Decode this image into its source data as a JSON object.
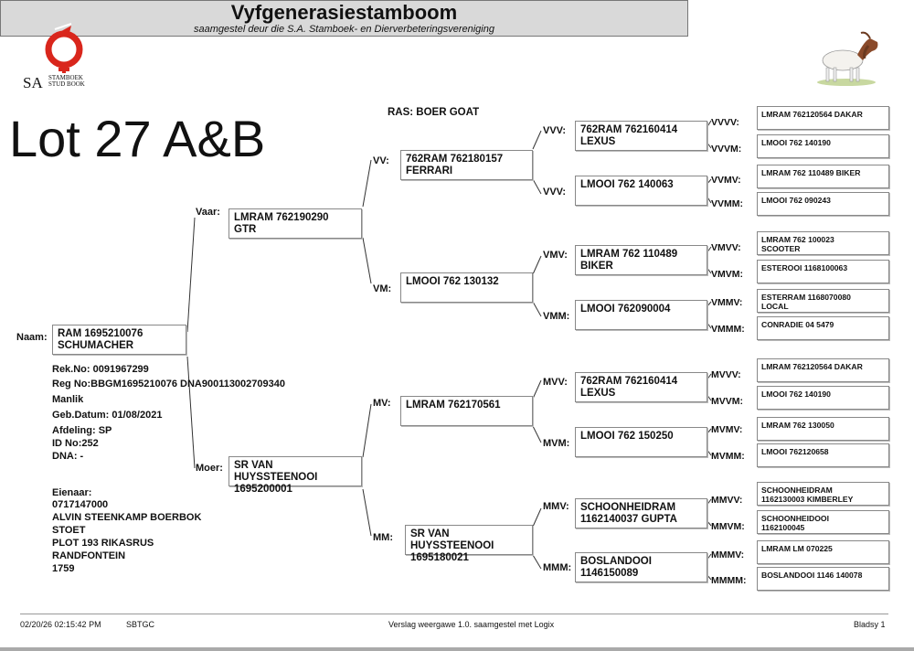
{
  "logo": {
    "letters": "SA",
    "line1": "STAMBOEK",
    "line2": "STUD BOOK",
    "color": "#d9261c"
  },
  "header": {
    "title": "Vyfgenerasiestamboom",
    "subtitle": "saamgestel deur die S.A. Stamboek- en Dierverbeteringsvereniging"
  },
  "lot_label": "Lot 27 A&B",
  "breed": "RAS: BOER GOAT",
  "animal": {
    "label": "Naam:",
    "line1": "RAM 1695210076",
    "line2": "SCHUMACHER",
    "details": [
      "Rek.No: 0091967299",
      "Reg No:BBGM1695210076 DNA900113002709340",
      "Manlik",
      "Geb.Datum: 01/08/2021",
      "Afdeling: SP",
      "ID No:252",
      "DNA: -"
    ],
    "owner": [
      "Eienaar:",
      "0717147000",
      "ALVIN STEENKAMP BOERBOK",
      "STOET",
      "PLOT 193 RIKASRUS",
      "RANDFONTEIN",
      "1759"
    ]
  },
  "parents": {
    "sire": {
      "label": "Vaar:",
      "line1": "LMRAM 762190290",
      "line2": "GTR",
      "line3": ""
    },
    "dam": {
      "label": "Moer:",
      "line1": "SR VAN",
      "line2": "HUYSSTEENOOI",
      "line3": "1695200001"
    }
  },
  "grandparents": {
    "vv": {
      "label": "VV:",
      "line1": "762RAM 762180157",
      "line2": "FERRARI",
      "line3": ""
    },
    "vm": {
      "label": "VM:",
      "line1": "LMOOI 762 130132",
      "line2": "",
      "line3": ""
    },
    "mv": {
      "label": "MV:",
      "line1": "LMRAM 762170561",
      "line2": "",
      "line3": ""
    },
    "mm": {
      "label": "MM:",
      "line1": "SR VAN",
      "line2": "HUYSSTEENOOI",
      "line3": "1695180021"
    }
  },
  "great_grandparents": {
    "vvv1": {
      "label": "VVV:",
      "line1": "762RAM 762160414",
      "line2": "LEXUS"
    },
    "vvv2": {
      "label": "VVV:",
      "line1": "LMOOI 762 140063",
      "line2": ""
    },
    "vmv": {
      "label": "VMV:",
      "line1": "LMRAM 762 110489",
      "line2": "BIKER"
    },
    "vmm": {
      "label": "VMM:",
      "line1": "LMOOI 762090004",
      "line2": ""
    },
    "mvv": {
      "label": "MVV:",
      "line1": "762RAM 762160414",
      "line2": "LEXUS"
    },
    "mvm": {
      "label": "MVM:",
      "line1": "LMOOI 762 150250",
      "line2": ""
    },
    "mmv": {
      "label": "MMV:",
      "line1": "SCHOONHEIDRAM",
      "line2": "1162140037 GUPTA"
    },
    "mmm": {
      "label": "MMM:",
      "line1": "BOSLANDOOI",
      "line2": "1146150089"
    }
  },
  "g4": [
    {
      "label": "VVVV:",
      "line1": "LMRAM 762120564  DAKAR",
      "line2": ""
    },
    {
      "label": "VVVM:",
      "line1": "LMOOI 762 140190",
      "line2": ""
    },
    {
      "label": "VVMV:",
      "line1": "LMRAM 762 110489 BIKER",
      "line2": ""
    },
    {
      "label": "VVMM:",
      "line1": "LMOOI 762 090243",
      "line2": ""
    },
    {
      "label": "VMVV:",
      "line1": "LMRAM 762 100023",
      "line2": "SCOOTER"
    },
    {
      "label": "VMVM:",
      "line1": "ESTEROOI 1168100063",
      "line2": ""
    },
    {
      "label": "VMMV:",
      "line1": "ESTERRAM 1168070080",
      "line2": "LOCAL"
    },
    {
      "label": "VMMM:",
      "line1": "CONRADIE 04 5479",
      "line2": ""
    },
    {
      "label": "MVVV:",
      "line1": "LMRAM 762120564  DAKAR",
      "line2": ""
    },
    {
      "label": "MVVM:",
      "line1": "LMOOI 762 140190",
      "line2": ""
    },
    {
      "label": "MVMV:",
      "line1": "LMRAM 762 130050",
      "line2": ""
    },
    {
      "label": "MVMM:",
      "line1": "LMOOI 762120658",
      "line2": ""
    },
    {
      "label": "MMVV:",
      "line1": "SCHOONHEIDRAM",
      "line2": "1162130003 KIMBERLEY"
    },
    {
      "label": "MMVM:",
      "line1": "SCHOONHEIDOOI",
      "line2": "1162100045"
    },
    {
      "label": "MMMV:",
      "line1": "LMRAM LM 070225",
      "line2": ""
    },
    {
      "label": "MMMM:",
      "line1": "BOSLANDOOI 1146 140078",
      "line2": ""
    }
  ],
  "footer": {
    "timestamp": "02/20/26 02:15:42 PM",
    "code": "SBTGC",
    "version": "Verslag weergawe 1.0. saamgestel met Logix",
    "page_label": "Bladsy",
    "page_number": "1"
  }
}
